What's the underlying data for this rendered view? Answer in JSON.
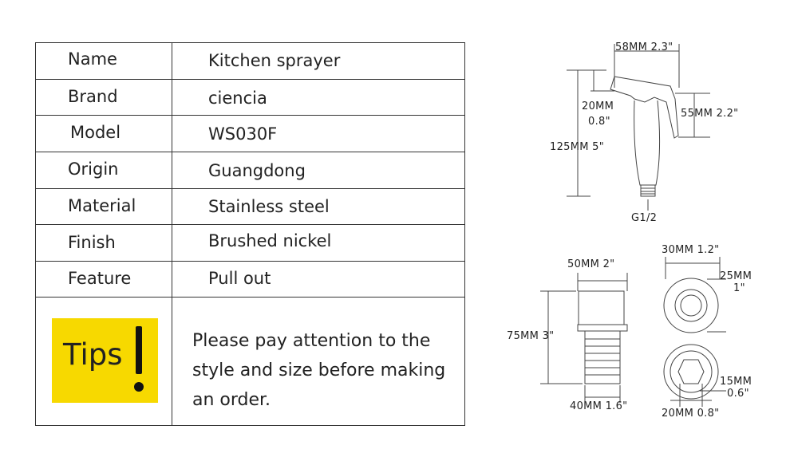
{
  "specs": [
    {
      "label": "Name",
      "value": "Kitchen sprayer"
    },
    {
      "label": "Brand",
      "value": "ciencia"
    },
    {
      "label": "Model",
      "value": "WS030F"
    },
    {
      "label": "Origin",
      "value": "Guangdong"
    },
    {
      "label": "Material",
      "value": "Stainless steel"
    },
    {
      "label": "Finish",
      "value": "Brushed nickel"
    },
    {
      "label": "Feature",
      "value": "Pull out"
    }
  ],
  "tips": {
    "badge": "Tips",
    "text": "Please pay attention to the style and size before making an order."
  },
  "dimensions": {
    "sprayer_width": "58MM 2.3\"",
    "nozzle_height_mm": "20MM",
    "nozzle_height_in": "0.8\"",
    "trigger_height": "55MM 2.2\"",
    "total_height": "125MM 5\"",
    "thread": "G1/2",
    "holder_width": "50MM 2\"",
    "holder_height": "75MM 3\"",
    "holder_base": "40MM 1.6\"",
    "round_outer": "30MM 1.2\"",
    "round_inner_mm": "25MM",
    "round_inner_in": "1\"",
    "hex_mm": "15MM",
    "hex_in": "0.6\"",
    "hex_outer": "20MM 0.8\""
  }
}
